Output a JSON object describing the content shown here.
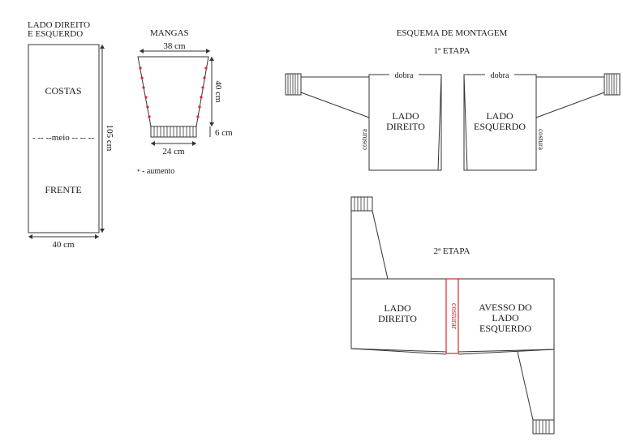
{
  "left_panel": {
    "title_line1": "LADO DIREITO",
    "title_line2": "E ESQUERDO",
    "back_label": "COSTAS",
    "middle_label": "- -- --meio -- -- --",
    "front_label": "FRENTE",
    "width_label": "40 cm",
    "height_label": "105 cm"
  },
  "sleeves": {
    "title": "MANGAS",
    "top_width": "38 cm",
    "length": "40 cm",
    "cuff_height": "6 cm",
    "bottom_width": "24 cm",
    "legend_marker": "•",
    "legend_text": " - aumento"
  },
  "assembly": {
    "title": "ESQUEMA DE MONTAGEM",
    "step1": {
      "label": "1ª ETAPA",
      "fold_left": "dobra",
      "fold_right": "dobra",
      "right_side_l1": "LADO",
      "right_side_l2": "DIREITO",
      "left_side_l1": "LADO",
      "left_side_l2": "ESQUERDO",
      "seam_left": "costura",
      "seam_right": "costura"
    },
    "step2": {
      "label": "2ª ETAPA",
      "right_side_l1": "LADO",
      "right_side_l2": "DIREITO",
      "reverse_l1": "AVESSO DO",
      "reverse_l2": "LADO",
      "reverse_l3": "ESQUERDO",
      "seam": "costurar"
    }
  },
  "colors": {
    "line": "#333333",
    "accent": "#d9262c"
  }
}
